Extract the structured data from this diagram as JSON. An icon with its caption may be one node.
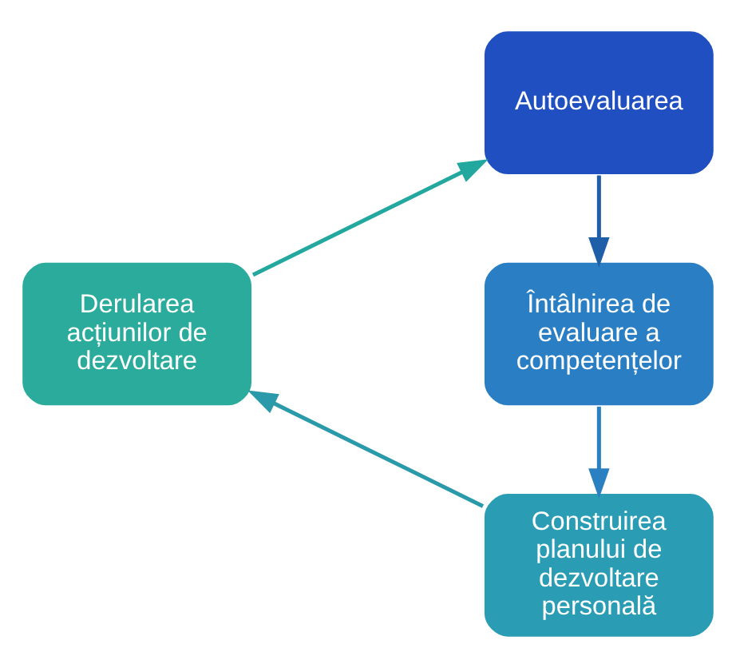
{
  "diagram": {
    "nodes": [
      {
        "text": [
          "Autoevaluarea"
        ]
      },
      {
        "text": [
          "Întâlnirea de evaluare a competențelor"
        ]
      },
      {
        "text": [
          "Construirea planului de dezvoltare personală"
        ]
      },
      {
        "text": [
          "Derularea acțiunilor de dezvoltare"
        ]
      }
    ],
    "edges": [
      {
        "from": 0,
        "to": 1,
        "arrow": "to",
        "color": "#1f5fa8"
      },
      {
        "from": 1,
        "to": 2,
        "arrow": "to",
        "color": "#2a80c0"
      },
      {
        "from": 2,
        "to": 3,
        "arrow": "to",
        "color": "#2a9aaa"
      },
      {
        "from": 3,
        "to": 0,
        "arrow": "to",
        "color": "#22a89e"
      }
    ]
  }
}
